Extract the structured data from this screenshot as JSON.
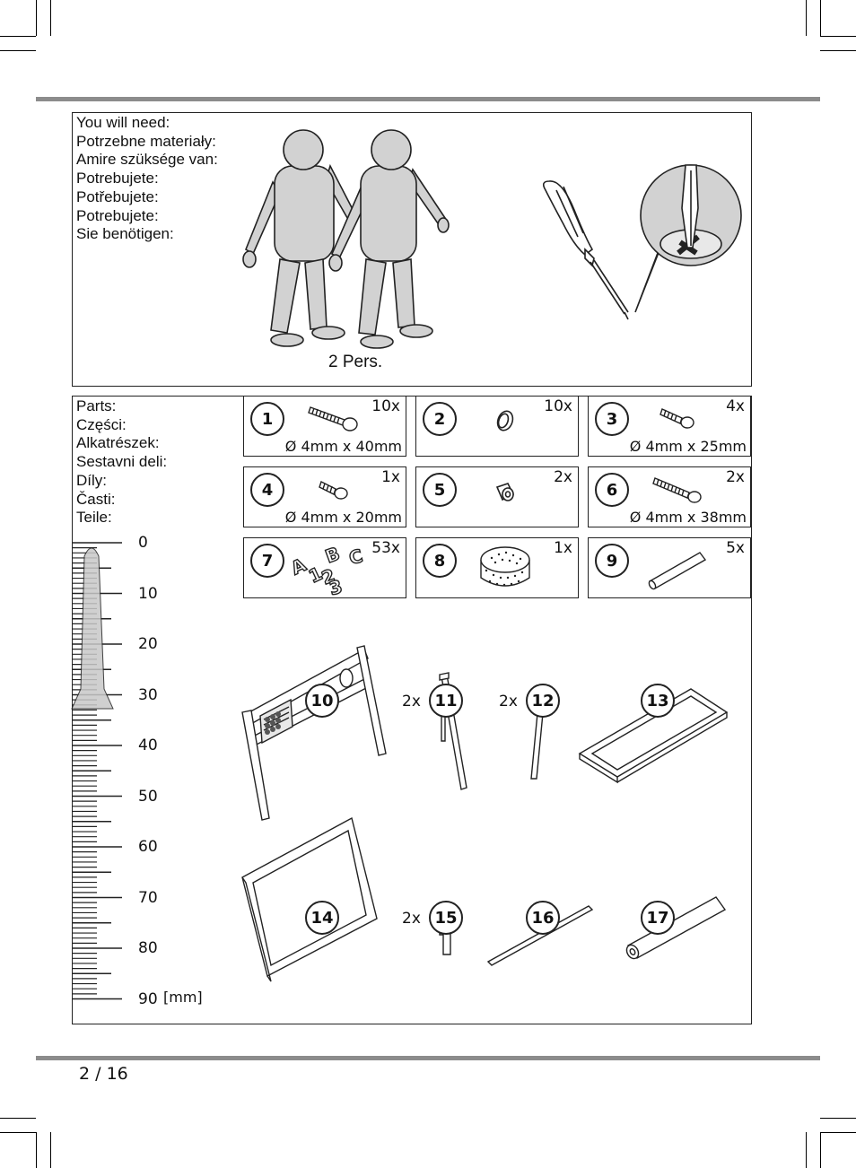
{
  "you_will_need": {
    "lines": [
      "You will need:",
      "Potrzebne materiały:",
      "Amire szüksége van:",
      "Potrebujete:",
      "Potřebujete:",
      "Potrebujete:",
      "Sie benötigen:"
    ],
    "persons_label": "2 Pers.",
    "icons": [
      "person-icon",
      "person-icon",
      "phillips-screwdriver-icon"
    ]
  },
  "parts": {
    "lines": [
      "Parts:",
      "Części:",
      "Alkatrészek:",
      "Sestavni deli:",
      "Díly:",
      "Časti:",
      "Teile:"
    ],
    "boxed": [
      {
        "num": "1",
        "qty": "10x",
        "dim": "Ø 4mm x 40mm",
        "icon": "screw-icon"
      },
      {
        "num": "2",
        "qty": "10x",
        "dim": "",
        "icon": "cap-icon"
      },
      {
        "num": "3",
        "qty": "4x",
        "dim": "Ø 4mm x 25mm",
        "icon": "screw-icon"
      },
      {
        "num": "4",
        "qty": "1x",
        "dim": "Ø 4mm x 20mm",
        "icon": "screw-icon"
      },
      {
        "num": "5",
        "qty": "2x",
        "dim": "",
        "icon": "spacer-icon"
      },
      {
        "num": "6",
        "qty": "2x",
        "dim": "Ø 4mm x 38mm",
        "icon": "screw-icon"
      },
      {
        "num": "7",
        "qty": "53x",
        "dim": "",
        "icon": "magnetic-letters-icon"
      },
      {
        "num": "8",
        "qty": "1x",
        "dim": "",
        "icon": "magnet-puck-icon"
      },
      {
        "num": "9",
        "qty": "5x",
        "dim": "",
        "icon": "dowel-icon"
      }
    ],
    "large": [
      {
        "num": "10",
        "qty": "",
        "icon": "board-frame-icon"
      },
      {
        "num": "11",
        "qty": "2x",
        "icon": "leg-icon"
      },
      {
        "num": "12",
        "qty": "2x",
        "icon": "leg-icon"
      },
      {
        "num": "13",
        "qty": "",
        "icon": "tray-frame-icon"
      },
      {
        "num": "14",
        "qty": "",
        "icon": "board-panel-icon"
      },
      {
        "num": "15",
        "qty": "2x",
        "icon": "bracket-icon"
      },
      {
        "num": "16",
        "qty": "",
        "icon": "thin-rod-icon"
      },
      {
        "num": "17",
        "qty": "",
        "icon": "tube-rod-icon"
      }
    ]
  },
  "ruler": {
    "labels": [
      "0",
      "10",
      "20",
      "30",
      "40",
      "50",
      "60",
      "70",
      "80",
      "90"
    ],
    "unit": "[mm]"
  },
  "page": {
    "number": "2 / 16"
  },
  "colors": {
    "rule_gray": "#8c8c8c",
    "figure_gray": "#d2d2d2",
    "line": "#222222"
  }
}
